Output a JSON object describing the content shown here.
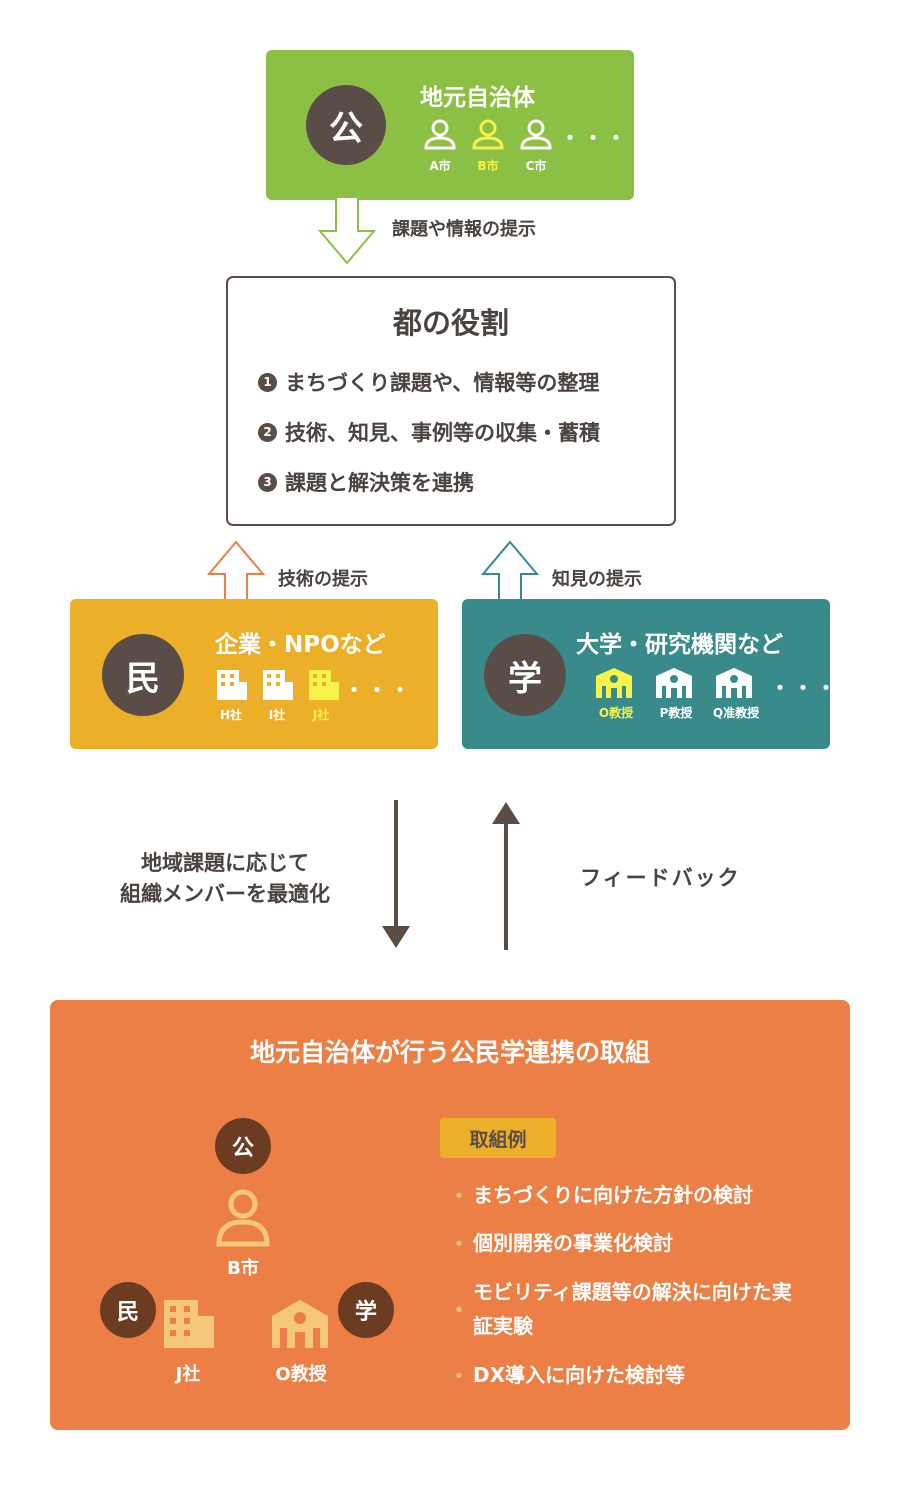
{
  "government": {
    "circle_char": "公",
    "title": "地元自治体",
    "members": [
      "A市",
      "B市",
      "C市"
    ],
    "more": "・・・",
    "highlight_color": "#f7f34a"
  },
  "arrow_down_label": "課題や情報の提示",
  "role": {
    "title": "都の役割",
    "items": [
      {
        "num": "1",
        "text": "まちづくり課題や、情報等の整理"
      },
      {
        "num": "2",
        "text": "技術、知見、事例等の収集・蓄積"
      },
      {
        "num": "3",
        "text": "課題と解決策を連携"
      }
    ]
  },
  "arrow_tech_label": "技術の提示",
  "arrow_knowledge_label": "知見の提示",
  "private": {
    "circle_char": "民",
    "title": "企業・NPOなど",
    "members": [
      "H社",
      "I社",
      "J社"
    ],
    "more": "・・・"
  },
  "academic": {
    "circle_char": "学",
    "title": "大学・研究機関など",
    "members": [
      "O教授",
      "P教授",
      "Q准教授"
    ],
    "more": "・・・"
  },
  "optimize_label": [
    "地域課題に応じて",
    "組織メンバーを最適化"
  ],
  "feedback_label": "フィードバック",
  "bottom": {
    "title": "地元自治体が行う公民学連携の取組",
    "gov_char": "公",
    "gov_member": "B市",
    "priv_char": "民",
    "priv_member": "J社",
    "acad_char": "学",
    "acad_member": "O教授",
    "examples_title": "取組例",
    "bullet": "・",
    "examples": [
      "まちづくりに向けた方針の検討",
      "個別開発の事業化検討",
      "モビリティ課題等の解決に向けた実証実験",
      "DX導入に向けた検討等"
    ]
  },
  "colors": {
    "green": "#8cc045",
    "yellow": "#ecaf2a",
    "teal": "#398a8a",
    "orange": "#ec7f45",
    "dark": "#5a4d48",
    "arrow_orange": "#ec7f45",
    "arrow_teal": "#398a8a"
  }
}
